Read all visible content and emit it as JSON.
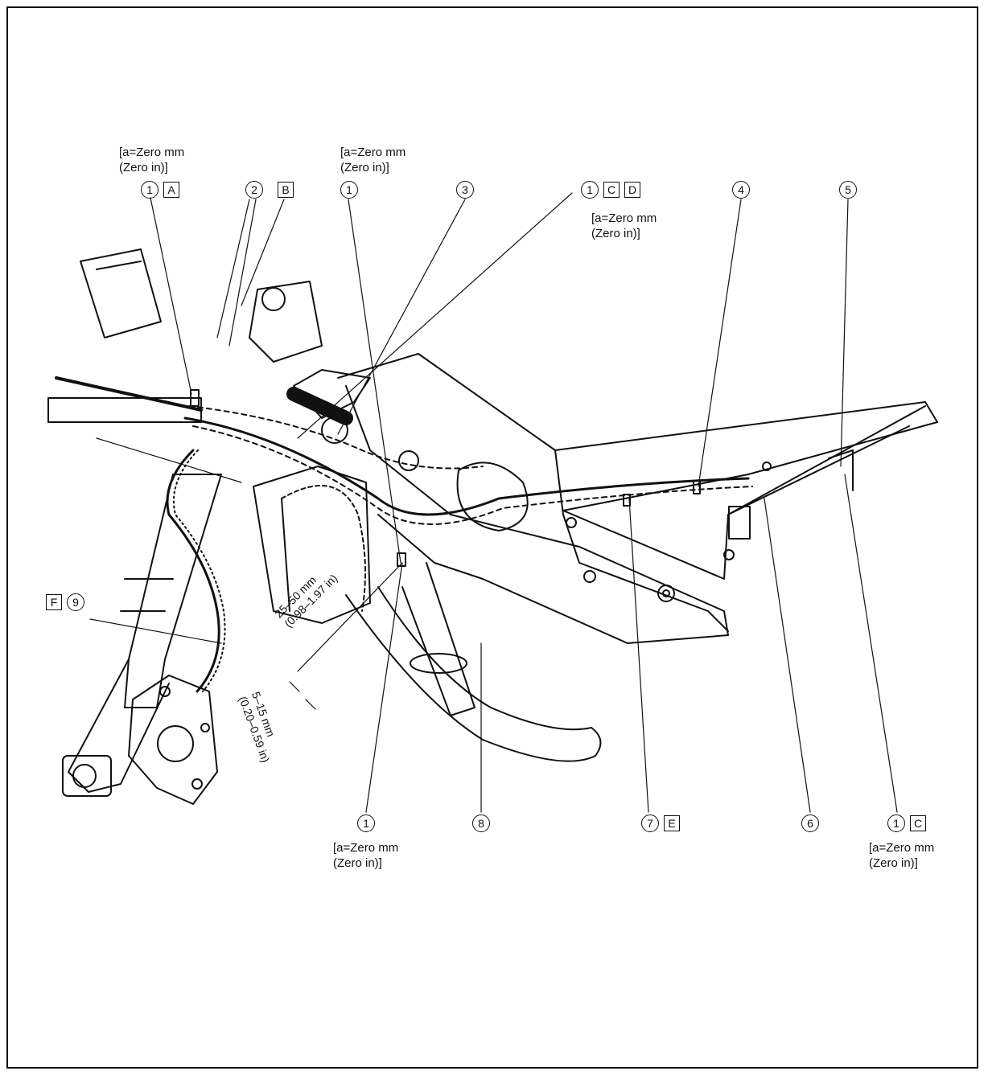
{
  "annotation_text": {
    "spec_line1": "[a=Zero mm",
    "spec_line2": "(Zero in)]"
  },
  "callouts": [
    {
      "id": "c1a",
      "num": "1",
      "boxes": [
        "A"
      ],
      "spec": true
    },
    {
      "id": "c2b",
      "num": "2",
      "boxes": [
        "B"
      ],
      "spec": false
    },
    {
      "id": "c1top",
      "num": "1",
      "boxes": [],
      "spec": true
    },
    {
      "id": "c3",
      "num": "3",
      "boxes": [],
      "spec": false
    },
    {
      "id": "c1cd",
      "num": "1",
      "boxes": [
        "C",
        "D"
      ],
      "spec": true
    },
    {
      "id": "c4",
      "num": "4",
      "boxes": [],
      "spec": false
    },
    {
      "id": "c5",
      "num": "5",
      "boxes": [],
      "spec": false
    },
    {
      "id": "c9f",
      "num": "9",
      "boxes": [
        "F"
      ],
      "spec": false
    },
    {
      "id": "c1bot",
      "num": "1",
      "boxes": [],
      "spec": true
    },
    {
      "id": "c8",
      "num": "8",
      "boxes": [],
      "spec": false
    },
    {
      "id": "c7e",
      "num": "7",
      "boxes": [
        "E"
      ],
      "spec": false
    },
    {
      "id": "c6",
      "num": "6",
      "boxes": [],
      "spec": false
    },
    {
      "id": "c1c",
      "num": "1",
      "boxes": [
        "C"
      ],
      "spec": true
    }
  ],
  "dimensions": {
    "d1_metric": "25–50 mm",
    "d1_imperial": "(0.98–1.97 in)",
    "d2_metric": "5–15 mm",
    "d2_imperial": "(0.20–0.59 in)"
  }
}
